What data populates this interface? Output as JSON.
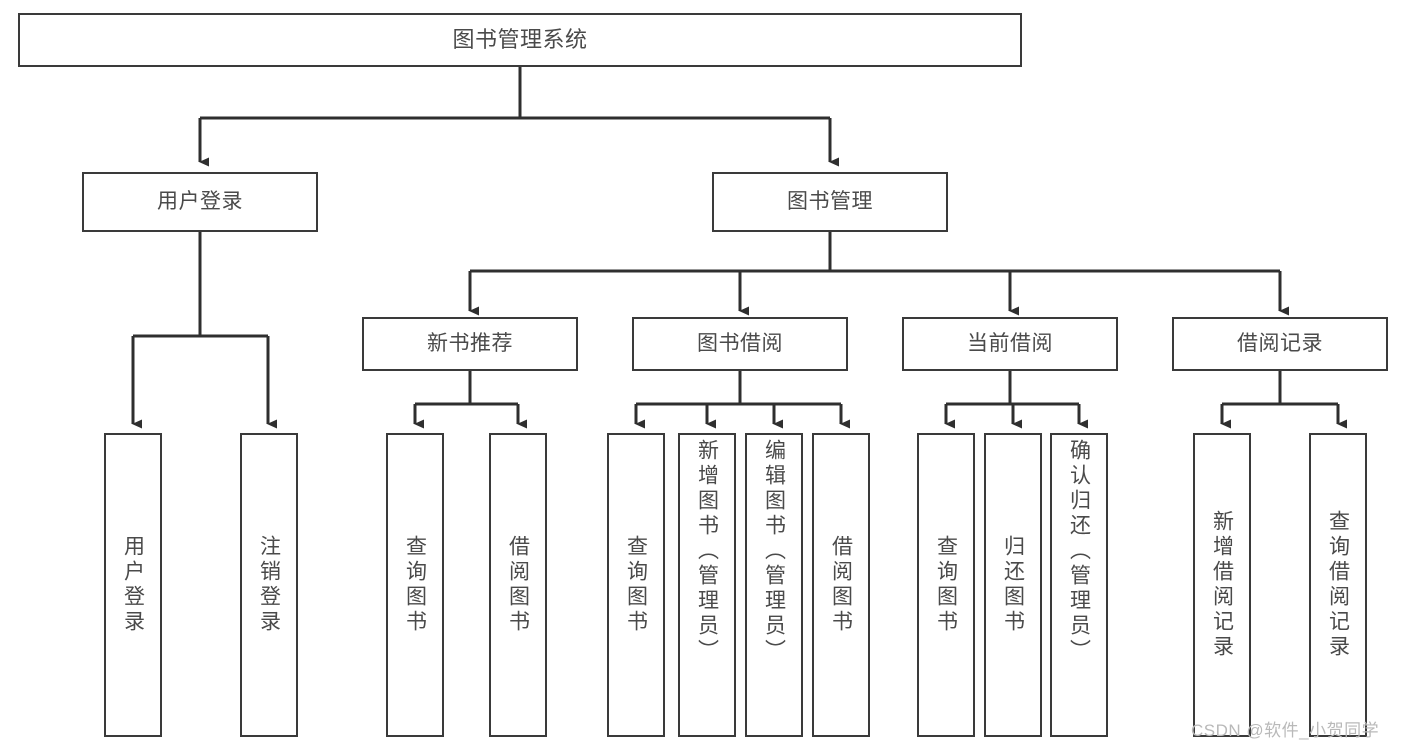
{
  "diagram": {
    "title": "图书管理系统",
    "type": "tree-hierarchy-diagram",
    "colors": {
      "box_border": "#3a3a3a",
      "box_fill": "#ffffff",
      "connector": "#2f2f2f",
      "text": "#4a4a4a",
      "watermark": "#b9b9b9",
      "background": "#ffffff"
    },
    "root": {
      "label": "图书管理系统"
    },
    "level2": [
      {
        "label": "用户登录"
      },
      {
        "label": "图书管理"
      }
    ],
    "level3": [
      {
        "label": "新书推荐"
      },
      {
        "label": "图书借阅"
      },
      {
        "label": "当前借阅"
      },
      {
        "label": "借阅记录"
      }
    ],
    "leaves": {
      "user_login": [
        {
          "label": "用户登录"
        },
        {
          "label": "注销登录"
        }
      ],
      "new_book_recommend": [
        {
          "label": "查询图书"
        },
        {
          "label": "借阅图书"
        }
      ],
      "book_borrow": [
        {
          "label": "查询图书"
        },
        {
          "label": "新增图书（管理员）"
        },
        {
          "label": "编辑图书（管理员）"
        },
        {
          "label": "借阅图书"
        }
      ],
      "current_borrow": [
        {
          "label": "查询图书"
        },
        {
          "label": "归还图书"
        },
        {
          "label": "确认归还（管理员）"
        }
      ],
      "borrow_record": [
        {
          "label": "新增借阅记录"
        },
        {
          "label": "查询借阅记录"
        }
      ]
    },
    "watermark": "CSDN @软件_小贺同学"
  }
}
